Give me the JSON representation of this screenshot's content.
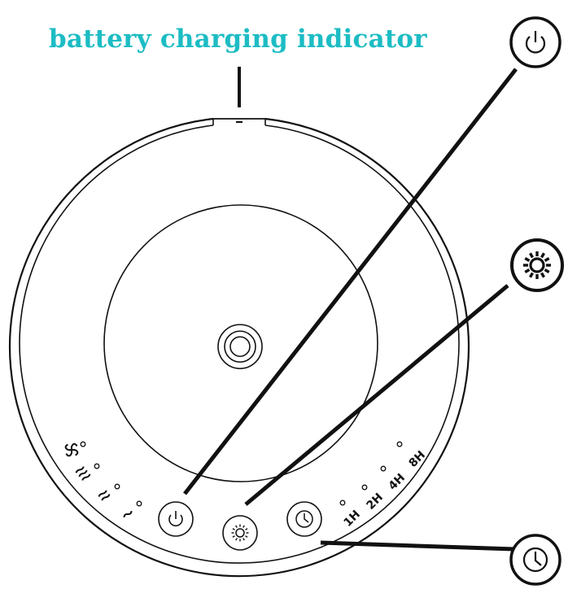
{
  "header": {
    "label": "battery charging indicator",
    "label_color": "#1dbcc4"
  },
  "device": {
    "outline_color": "#111111",
    "mode_icons": [
      "fan-icon",
      "wave-high-icon",
      "wave-mid-icon",
      "wave-low-icon"
    ],
    "buttons": [
      {
        "icon": "power-icon"
      },
      {
        "icon": "brightness-icon"
      },
      {
        "icon": "timer-icon"
      }
    ],
    "timer_labels": [
      "1H",
      "2H",
      "4H",
      "8H"
    ]
  },
  "callouts": [
    {
      "icon": "power-icon"
    },
    {
      "icon": "brightness-icon"
    },
    {
      "icon": "timer-icon"
    }
  ]
}
